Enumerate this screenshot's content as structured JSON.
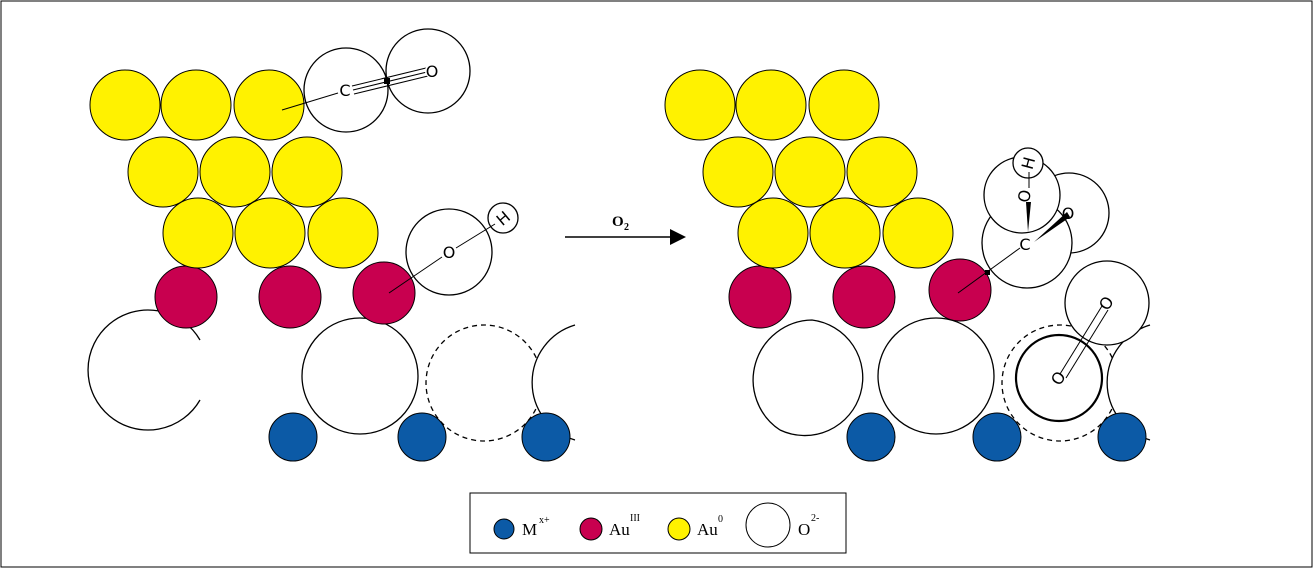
{
  "colors": {
    "au0": "#fff200",
    "au3": "#c8004f",
    "metal": "#0c5aa6",
    "oxide": "#ffffff",
    "stroke": "#000000"
  },
  "arrow": {
    "label": "O",
    "sub": "2"
  },
  "atoms": {
    "carbon": "C",
    "oxygen": "O",
    "hydrogen": "H"
  },
  "legend": {
    "items": [
      {
        "label": "M",
        "sup": "x+",
        "icon": "metal-cation-circle"
      },
      {
        "label": "Au",
        "sup": "III",
        "icon": "gold-iii-circle"
      },
      {
        "label": "Au",
        "sup": "0",
        "icon": "gold-zero-circle"
      },
      {
        "label": "O",
        "sup": "2-",
        "icon": "oxide-anion-circle"
      }
    ]
  }
}
